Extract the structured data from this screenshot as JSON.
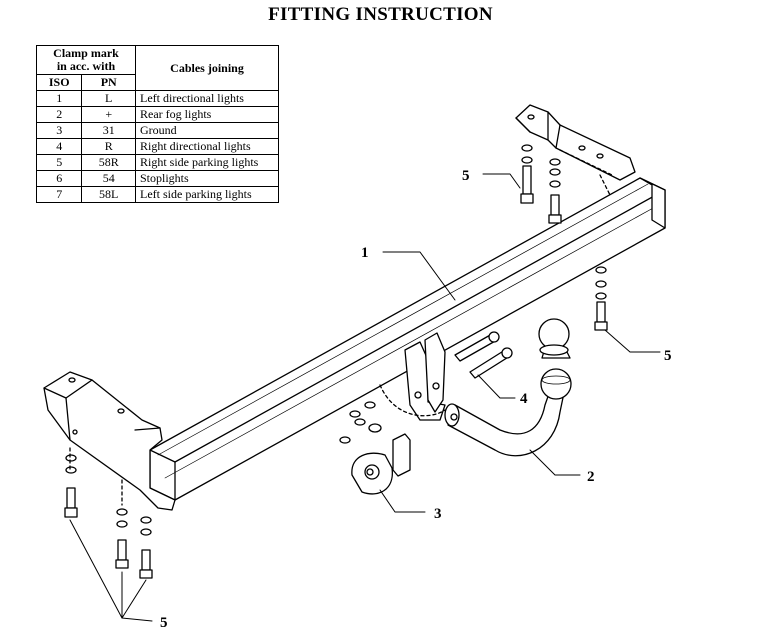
{
  "title": "FITTING INSTRUCTION",
  "table": {
    "header_group": "Clamp mark in acc. with",
    "header_group_line1": "Clamp mark",
    "header_group_line2": "in acc. with",
    "header_cables": "Cables joining",
    "header_iso": "ISO",
    "header_pn": "PN",
    "rows": [
      {
        "iso": "1",
        "pn": "L",
        "cable": "Left directional lights"
      },
      {
        "iso": "2",
        "pn": "+",
        "cable": "Rear fog lights"
      },
      {
        "iso": "3",
        "pn": "31",
        "cable": "Ground"
      },
      {
        "iso": "4",
        "pn": "R",
        "cable": "Right directional lights"
      },
      {
        "iso": "5",
        "pn": "58R",
        "cable": "Right side parking lights"
      },
      {
        "iso": "6",
        "pn": "54",
        "cable": "Stoplights"
      },
      {
        "iso": "7",
        "pn": "58L",
        "cable": "Left side parking lights"
      }
    ]
  },
  "callouts": {
    "crossbar": "1",
    "tow_ball": "2",
    "socket_plate": "3",
    "bolts": "4",
    "mount_bolts_top": "5",
    "mount_bolts_right": "5",
    "mount_bolts_bottom": "5"
  }
}
